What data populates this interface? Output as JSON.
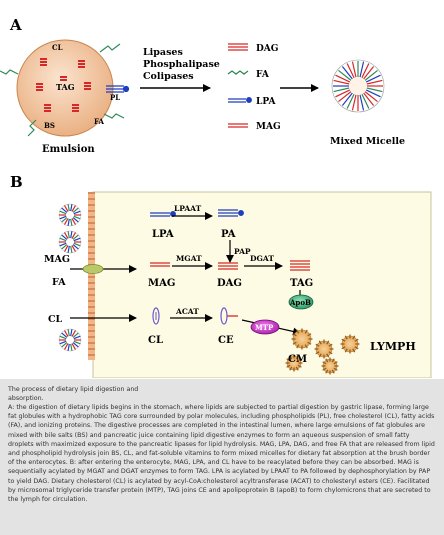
{
  "panel_a": {
    "letter": "A",
    "emulsion_labels": {
      "cl": "CL",
      "tag": "TAG",
      "pl": "PL",
      "bs": "BS",
      "fa": "FA",
      "caption": "Emulsion"
    },
    "enzymes": [
      "Lipases",
      "Phosphalipase",
      "Colipases"
    ],
    "products": [
      "DAG",
      "FA",
      "LPA",
      "MAG"
    ],
    "micelle_label": "Mixed Micelle"
  },
  "panel_b": {
    "letter": "B",
    "inputs": {
      "mag": "MAG",
      "fa": "FA",
      "cl": "CL"
    },
    "enzymes": {
      "lpaat": "LPAAT",
      "pap": "PAP",
      "mgat": "MGAT",
      "dgat": "DGAT",
      "acat": "ACAT",
      "apob": "ApoB",
      "mtp": "MTP"
    },
    "species": {
      "lpa": "LPA",
      "pa": "PA",
      "mag": "MAG",
      "dag": "DAG",
      "tag": "TAG",
      "cl": "CL",
      "ce": "CE",
      "cm": "CM"
    },
    "lymph": "LYMPH"
  },
  "caption": {
    "title": "The process of dietary lipid digestion and\nabsorption.",
    "body": " A: the digestion of dietary lipids begins in the stomach, where lipids are subjected to partial digestion by gastric lipase, forming large fat globules with a hydrophobic TAG core surrounded by polar molecules, including phospholipids (PL), free cholesterol (CL), fatty acids (FA), and ionizing proteins. The digestive processes are completed in the intestinal lumen, where large emulsions of fat globules are mixed with bile salts (BS) and pancreatic juice containing lipid digestive enzymes to form an aqueous suspension of small fatty droplets with maximized exposure to the pancreatic lipases for lipid hydrolysis. MAG, LPA, DAG, and free FA that are released from lipid and phospholipid hydrolysis join BS, CL, and fat-soluble vitamins to form mixed micelles for dietary fat absorption at the brush border of the enterocytes. B: after entering the enterocyte, MAG, LPA, and CL have to be reacylated before they can be absorbed. MAG is sequentially acylated by MGAT and DGAT enzymes to form TAG. LPA is acylated by LPAAT to PA followed by dephosphorylation by PAP to yield DAG. Dietary cholesterol (CL) is acylated by acyl-CoA:cholesterol acyltransferase (ACAT) to cholesteryl esters (CE). Facilitated by microsomal triglyceride transfer protein (MTP), TAG joins CE and apolipoprotein B (apoB) to form chylomicrons that are secreted to the lymph for circulation."
  }
}
